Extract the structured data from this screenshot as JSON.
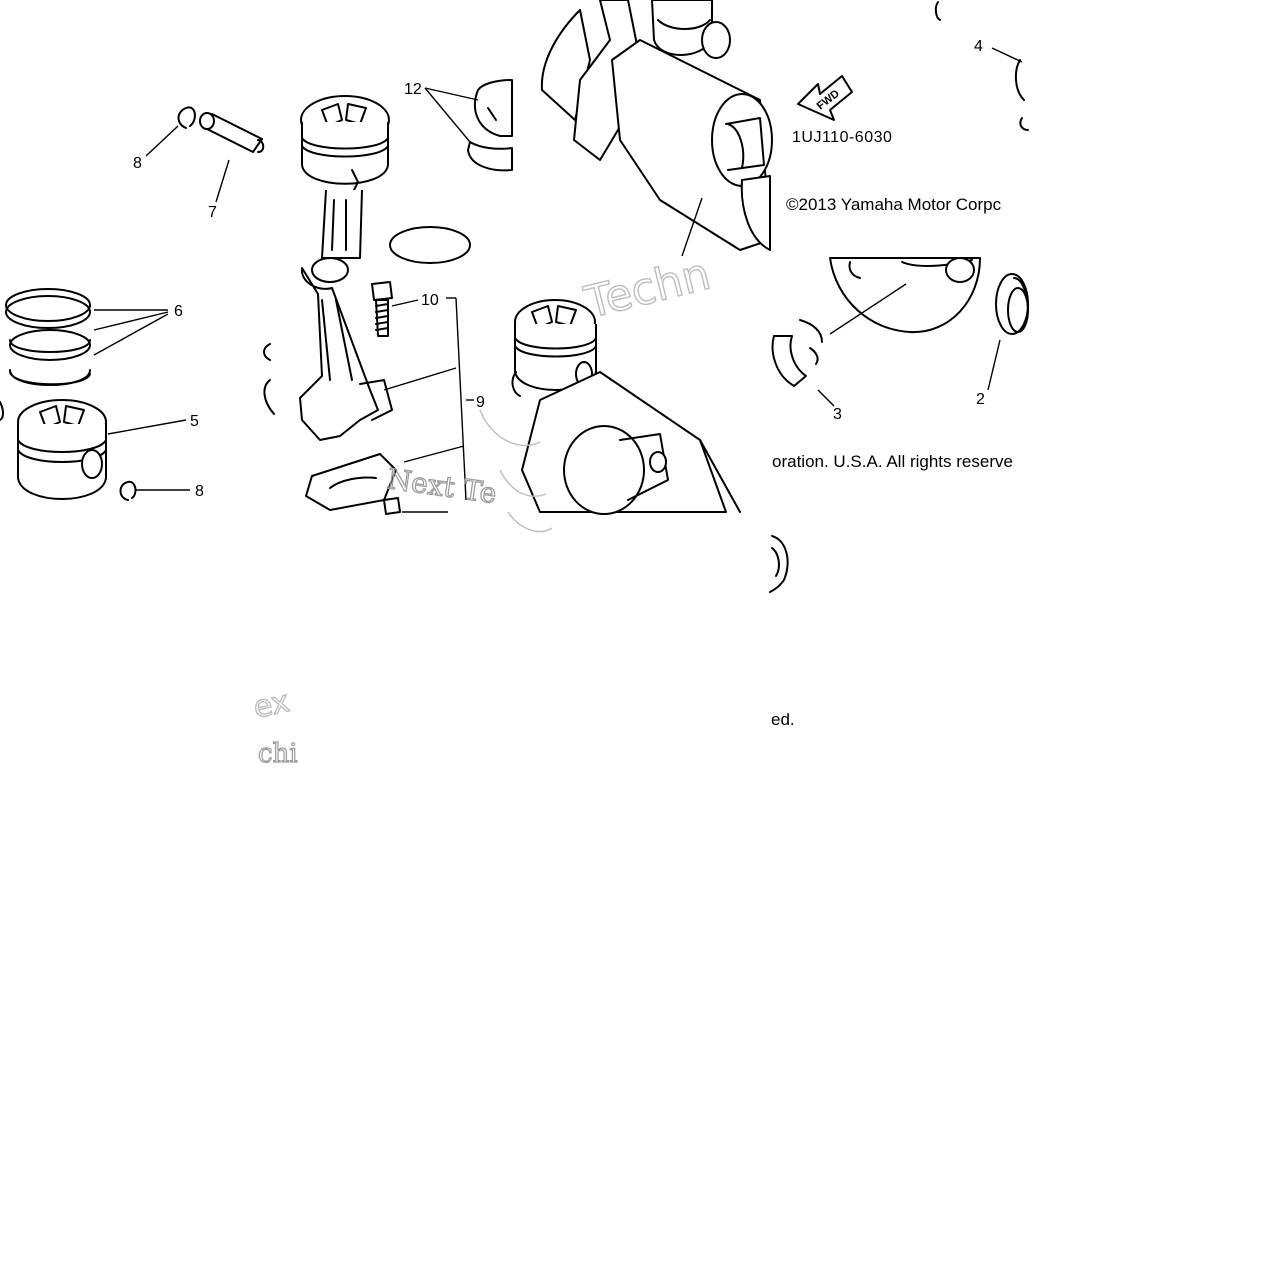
{
  "diagram": {
    "part_code": "1UJ110-6030",
    "copyright": "©2013 Yamaha Motor Corpc",
    "copyright_continued": "oration. U.S.A. All rights reserve",
    "copyright_tail": "ed.",
    "fwd_label": "FWD",
    "callouts": {
      "c8a": "8",
      "c7": "7",
      "c12": "12",
      "c4": "4",
      "c6": "6",
      "c5": "5",
      "c8b": "8",
      "c10": "10",
      "c9": "9",
      "c3": "3",
      "c2": "2"
    },
    "watermarks": {
      "wm_techn": "Techn",
      "wm_next_te": "Next Te",
      "wm_ex": "ex",
      "wm_chi": "chi"
    }
  }
}
